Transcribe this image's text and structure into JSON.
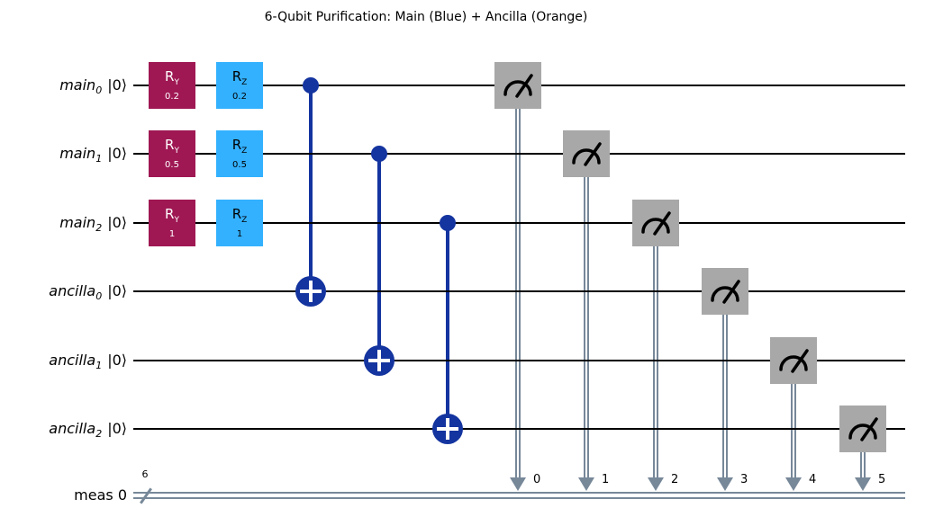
{
  "title": "6-Qubit Purification: Main (Blue) + Ancilla (Orange)",
  "colors": {
    "ry_gate": "#9F1853",
    "rz_gate": "#33B1FF",
    "cnot": "#14349F",
    "measure_gate": "#A8A8A8",
    "classical_wire": "#778899",
    "quantum_wire": "#000000"
  },
  "qubits": [
    {
      "name": "main",
      "sub": "0",
      "ket": "|0⟩"
    },
    {
      "name": "main",
      "sub": "1",
      "ket": "|0⟩"
    },
    {
      "name": "main",
      "sub": "2",
      "ket": "|0⟩"
    },
    {
      "name": "ancilla",
      "sub": "0",
      "ket": "|0⟩"
    },
    {
      "name": "ancilla",
      "sub": "1",
      "ket": "|0⟩"
    },
    {
      "name": "ancilla",
      "sub": "2",
      "ket": "|0⟩"
    }
  ],
  "classical_register": {
    "label": "meas 0",
    "bundle_size": "6"
  },
  "gates": {
    "ry": {
      "letter": "R",
      "subscript": "Y",
      "values": [
        "0.2",
        "0.5",
        "1"
      ]
    },
    "rz": {
      "letter": "R",
      "subscript": "Z",
      "values": [
        "0.2",
        "0.5",
        "1"
      ]
    },
    "cnots": [
      {
        "control": "main_0",
        "target": "ancilla_0"
      },
      {
        "control": "main_1",
        "target": "ancilla_1"
      },
      {
        "control": "main_2",
        "target": "ancilla_2"
      }
    ],
    "measurements": [
      {
        "qubit": "main_0",
        "clbit": "0"
      },
      {
        "qubit": "main_1",
        "clbit": "1"
      },
      {
        "qubit": "main_2",
        "clbit": "2"
      },
      {
        "qubit": "ancilla_0",
        "clbit": "3"
      },
      {
        "qubit": "ancilla_1",
        "clbit": "4"
      },
      {
        "qubit": "ancilla_2",
        "clbit": "5"
      }
    ]
  }
}
